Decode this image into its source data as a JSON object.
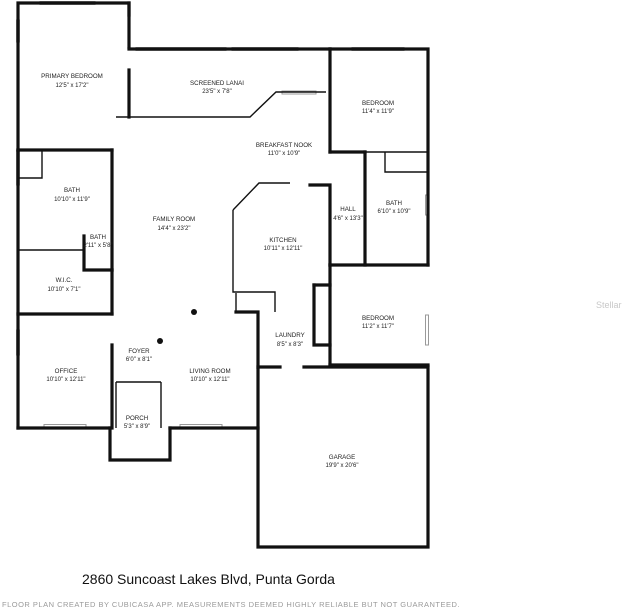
{
  "address": "2860 Suncoast Lakes Blvd, Punta Gorda",
  "footer": "FLOOR PLAN CREATED BY CUBICASA APP. MEASUREMENTS DEEMED HIGHLY RELIABLE BUT NOT GUARANTEED.",
  "watermark": "Stellar",
  "rooms": {
    "primary_bedroom": {
      "name": "PRIMARY BEDROOM",
      "dims": "12'5\" x 17'2\""
    },
    "screened_lanai": {
      "name": "SCREENED LANAI",
      "dims": "23'5\" x 7'8\""
    },
    "bedroom_1": {
      "name": "BEDROOM",
      "dims": "11'4\" x 11'9\""
    },
    "breakfast_nook": {
      "name": "BREAKFAST NOOK",
      "dims": "11'0\" x 10'9\""
    },
    "bath_1": {
      "name": "BATH",
      "dims": "10'10\" x 11'9\""
    },
    "family_room": {
      "name": "FAMILY ROOM",
      "dims": "14'4\" x 23'2\""
    },
    "bath_2": {
      "name": "BATH",
      "dims": "2'11\" x 5'8\""
    },
    "kitchen": {
      "name": "KITCHEN",
      "dims": "10'11\" x 12'11\""
    },
    "hall": {
      "name": "HALL",
      "dims": "4'6\" x 13'3\""
    },
    "bath_3": {
      "name": "BATH",
      "dims": "6'10\" x 10'9\""
    },
    "wic": {
      "name": "W.I.C.",
      "dims": "10'10\" x 7'1\""
    },
    "bedroom_2": {
      "name": "BEDROOM",
      "dims": "11'2\" x 11'7\""
    },
    "laundry": {
      "name": "LAUNDRY",
      "dims": "8'5\" x 8'3\""
    },
    "foyer": {
      "name": "FOYER",
      "dims": "6'0\" x 8'1\""
    },
    "office": {
      "name": "OFFICE",
      "dims": "10'10\" x 12'11\""
    },
    "living_room": {
      "name": "LIVING ROOM",
      "dims": "10'10\" x 12'11\""
    },
    "porch": {
      "name": "PORCH",
      "dims": "5'3\" x 8'9\""
    },
    "garage": {
      "name": "GARAGE",
      "dims": "19'9\" x 20'6\""
    }
  }
}
